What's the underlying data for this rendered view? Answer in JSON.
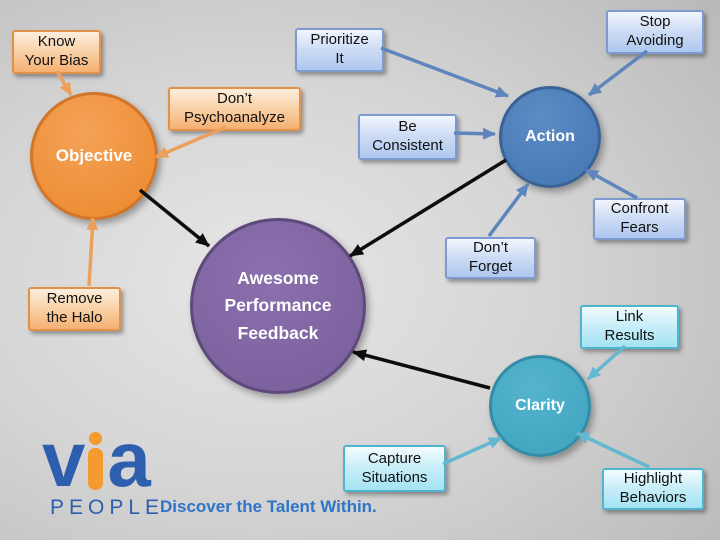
{
  "center_node": {
    "label": "Awesome\nPerformance\nFeedback",
    "color": "#8064A2"
  },
  "clusters": {
    "objective": {
      "node_label": "Objective",
      "color": "#F0953F",
      "satellites": {
        "know_your_bias": {
          "label": "Know\nYour Bias"
        },
        "dont_psychoanalyze": {
          "label": "Don’t\nPsychoanalyze"
        },
        "remove_the_halo": {
          "label": "Remove\nthe Halo"
        }
      }
    },
    "action": {
      "node_label": "Action",
      "color": "#4F81BD",
      "satellites": {
        "prioritize_it": {
          "label": "Prioritize\nIt"
        },
        "be_consistent": {
          "label": "Be\nConsistent"
        },
        "stop_avoiding": {
          "label": "Stop\nAvoiding"
        },
        "confront_fears": {
          "label": "Confront\nFears"
        },
        "dont_forget": {
          "label": "Don’t\nForget"
        }
      }
    },
    "clarity": {
      "node_label": "Clarity",
      "color": "#4BACC6",
      "satellites": {
        "link_results": {
          "label": "Link\nResults"
        },
        "capture_situations": {
          "label": "Capture\nSituations"
        },
        "highlight_behaviors": {
          "label": "Highlight\nBehaviors"
        }
      }
    }
  },
  "connections": [
    "objective -> center",
    "action -> center",
    "clarity -> center",
    "know_your_bias -> objective",
    "dont_psychoanalyze -> objective",
    "remove_the_halo -> objective",
    "prioritize_it -> action",
    "be_consistent -> action",
    "stop_avoiding -> action",
    "confront_fears -> action",
    "dont_forget -> action",
    "link_results -> clarity",
    "capture_situations -> clarity",
    "highlight_behaviors -> clarity"
  ],
  "logo": {
    "brand_top": "via",
    "brand_bottom": "PEOPLE",
    "tagline": "Discover the Talent Within.",
    "blue": "#2D5FAE",
    "orange": "#F49A2E"
  }
}
